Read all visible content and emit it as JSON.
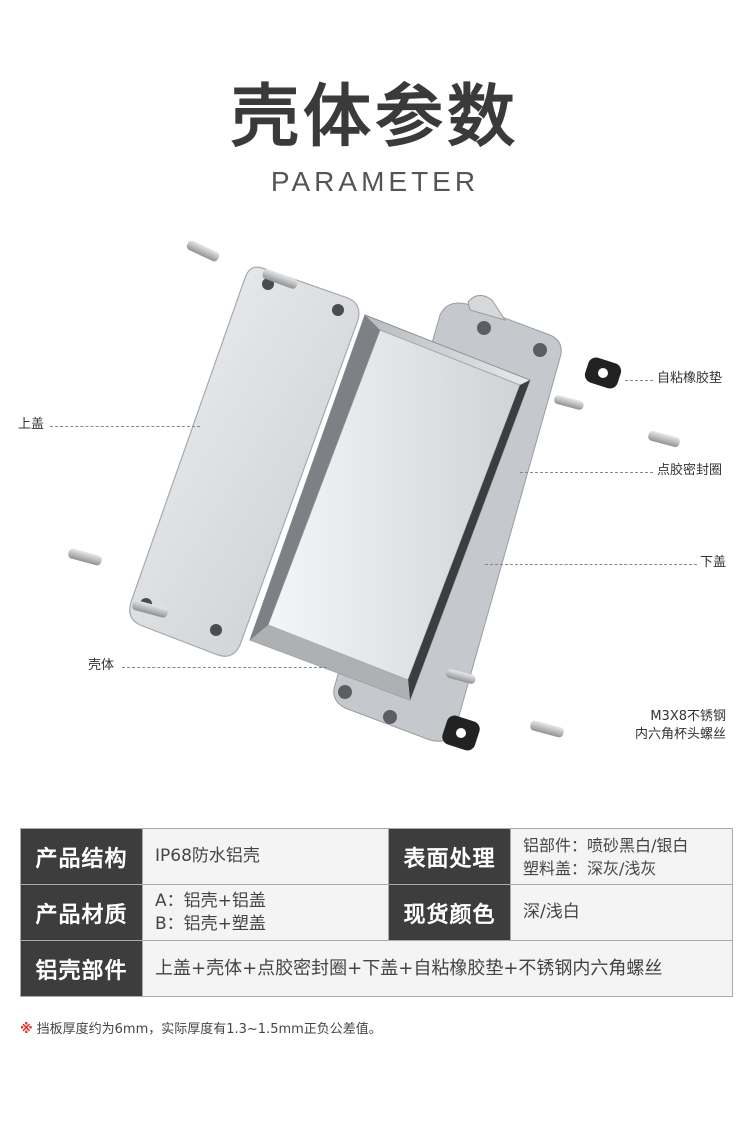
{
  "header": {
    "title": "壳体参数",
    "subtitle": "PARAMETER"
  },
  "callouts": {
    "top_cover": "上盖",
    "housing": "壳体",
    "adhesive_pad": "自粘橡胶垫",
    "gasket": "点胶密封圈",
    "bottom_cover": "下盖",
    "screw_line1": "M3X8不锈钢",
    "screw_line2": "内六角杯头螺丝"
  },
  "table": {
    "row1": {
      "h1": "产品结构",
      "v1": "IP68防水铝壳",
      "h2": "表面处理",
      "v2_line1": "铝部件：喷砂黑白/银白",
      "v2_line2": "塑料盖：深灰/浅灰"
    },
    "row2": {
      "h1": "产品材质",
      "v1_line1": "A：铝壳+铝盖",
      "v1_line2": "B：铝壳+塑盖",
      "h2": "现货颜色",
      "v2": "深/浅白"
    },
    "row3": {
      "h1": "铝壳部件",
      "v1": "上盖+壳体+点胶密封圈+下盖+自粘橡胶垫+不锈钢内六角螺丝"
    }
  },
  "note": {
    "mark": "※",
    "text": "挡板厚度约为6mm，实际厚度有1.3~1.5mm正负公差值。"
  }
}
